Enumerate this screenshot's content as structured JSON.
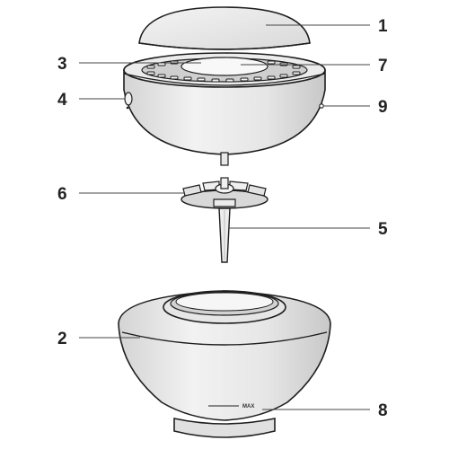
{
  "callouts": {
    "c1": "1",
    "c2": "2",
    "c3": "3",
    "c4": "4",
    "c5": "5",
    "c6": "6",
    "c7": "7",
    "c8": "8",
    "c9": "9"
  },
  "max_marking": "MAX",
  "colors": {
    "body_fill": "#ebebeb",
    "shade_fill": "#d6d6d6",
    "light_fill": "#f6f6f6",
    "outline": "#1e1e1e",
    "leader": "#444444"
  }
}
